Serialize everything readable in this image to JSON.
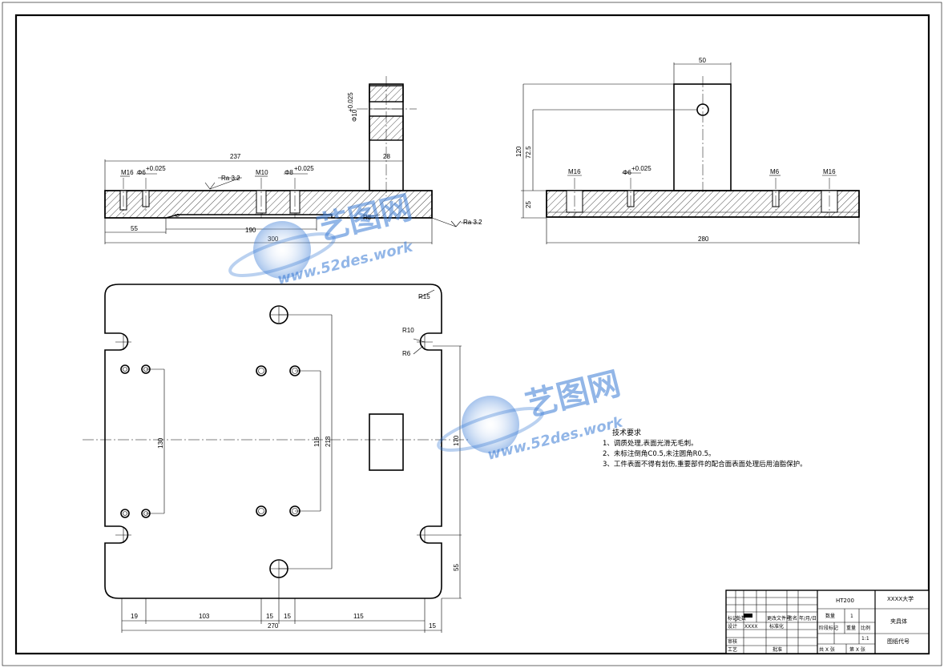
{
  "front_view": {
    "dims": {
      "d237": "237",
      "d28": "28",
      "d55": "55",
      "d190": "190",
      "d300": "300",
      "d6": "6",
      "m16": "M16",
      "m10": "M10",
      "phi6": "Φ6",
      "phi6_tol": "+0.025",
      "phi8": "Φ8",
      "phi8_tol": "+0.025",
      "phi10": "Φ10",
      "phi10_tol": "+0.025",
      "r3": "R3",
      "ra1": "Ra 3.2",
      "ra2": "Ra 3.2"
    }
  },
  "side_view": {
    "dims": {
      "d50": "50",
      "d120": "120",
      "d72": "72.5",
      "d25": "25",
      "d280": "280",
      "m16a": "M16",
      "m16b": "M16",
      "m6": "M6",
      "phi6": "Φ6",
      "phi6_tol": "+0.025"
    }
  },
  "top_view": {
    "dims": {
      "r15": "R15",
      "r10": "R10",
      "r6": "R6",
      "d130": "130",
      "d116": "116",
      "d218": "218",
      "d170": "170",
      "d55": "55",
      "d19": "19",
      "d103": "103",
      "d15a": "15",
      "d15b": "15",
      "d115": "115",
      "d270": "270",
      "d15c": "15"
    }
  },
  "notes": {
    "title": "技术要求",
    "line1": "1、调质处理,表面光滑无毛刺。",
    "line2": "2、未标注倒角C0.5,未注圆角R0.5。",
    "line3": "3、工件表面不得有划伤,重要部件的配合面表面处理后用油脂保护。"
  },
  "title_block": {
    "material": "HT200",
    "school": "XXXX大学",
    "part_name": "夹具体",
    "drawing_no_label": "图纸代号",
    "qty_label": "数量",
    "qty_value": "1",
    "weight_label": "重量",
    "scale_label": "比例",
    "scale_value": "1:1",
    "stage_label": "阶段标记",
    "sheet_total": "共 X 张",
    "sheet_no": "第 X 张",
    "mark_label": "标记",
    "count_label": "处数",
    "change_label": "更改文件号",
    "sign_label": "签名",
    "date_label": "年/月/日",
    "design_label": "设计",
    "designer": "XXXX",
    "standard_label": "标准化",
    "review_label": "审核",
    "process_label": "工艺",
    "approve_label": "批准"
  },
  "watermark": {
    "cn": "艺图网",
    "url": "www.52des.work"
  }
}
